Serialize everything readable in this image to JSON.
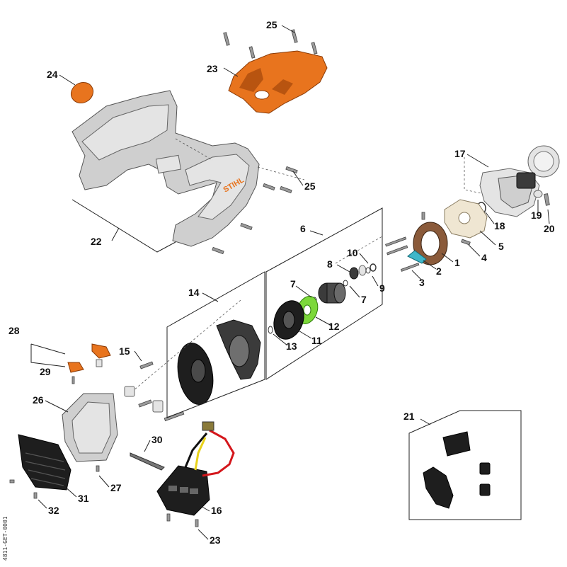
{
  "diagram": {
    "labels": [
      "25",
      "23",
      "24",
      "22",
      "25",
      "17",
      "18",
      "19",
      "20",
      "5",
      "4",
      "1",
      "2",
      "3",
      "6",
      "10",
      "8",
      "9",
      "7",
      "7",
      "12",
      "11",
      "13",
      "14",
      "28",
      "29",
      "15",
      "26",
      "30",
      "27",
      "31",
      "32",
      "16",
      "23",
      "21"
    ],
    "brand_text": "STIHL",
    "drawing_code": "4811-GET-0001",
    "colors": {
      "housing_orange": "#e8741e",
      "housing_grey": "#cfcfcf",
      "fan_green": "#7cd83a",
      "clip_cyan": "#3fb7c9",
      "wire_red": "#d4161b",
      "wire_yellow": "#e8d21a"
    }
  }
}
